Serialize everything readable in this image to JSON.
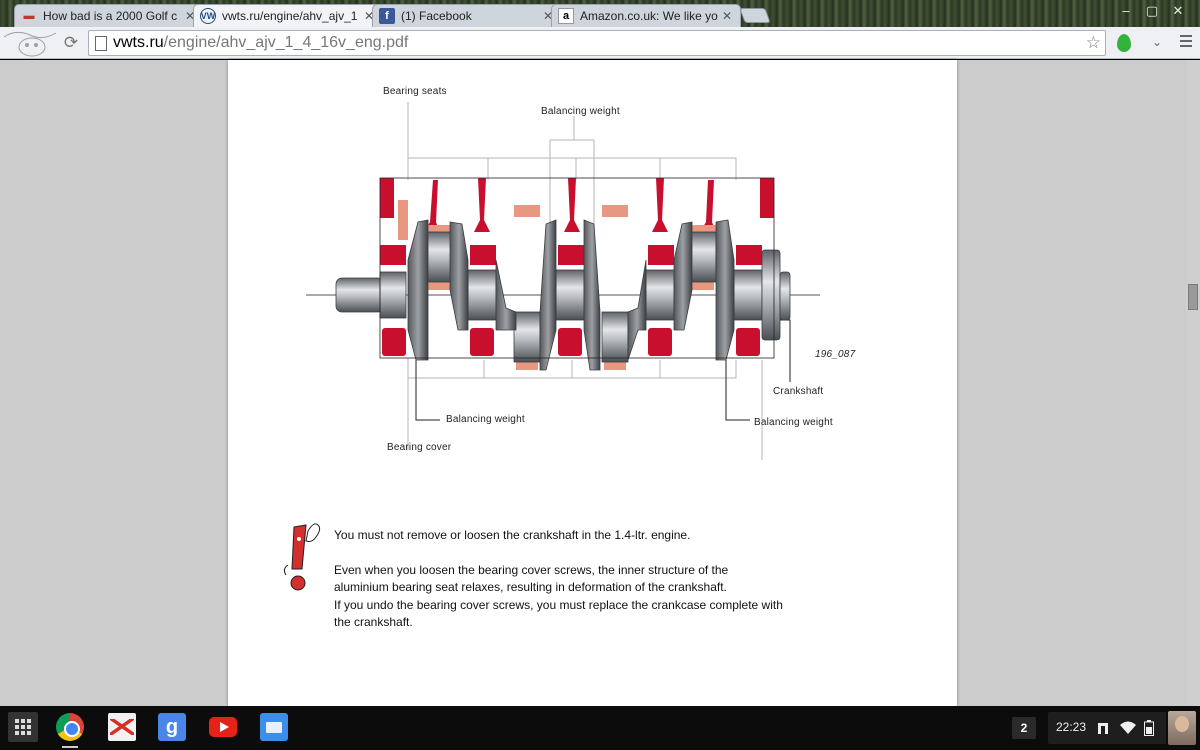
{
  "tabs": [
    {
      "title": "How bad is a 2000 Golf c",
      "favicon": "folder-icon",
      "active": false
    },
    {
      "title": "vwts.ru/engine/ahv_ajv_1",
      "favicon": "vw-icon",
      "active": true
    },
    {
      "title": "(1) Facebook",
      "favicon": "facebook-icon",
      "active": false
    },
    {
      "title": "Amazon.co.uk: We like yo",
      "favicon": "amazon-icon",
      "active": false
    }
  ],
  "omnibox": {
    "host": "vwts.ru",
    "path": "/engine/ahv_ajv_1_4_16v_eng.pdf"
  },
  "diagram": {
    "labels": {
      "bearing_seats": "Bearing  seats",
      "balancing_weight_top": "Balancing weight",
      "balancing_weight_left": "Balancing weight",
      "balancing_weight_right": "Balancing weight",
      "bearing_cover": "Bearing  cover",
      "crankshaft": "Crankshaft",
      "figure_ref": "196_087"
    }
  },
  "note": {
    "line1": "You must not remove or loosen the crankshaft in the 1.4-ltr. engine.",
    "line2": "Even when you loosen the bearing cover screws, the inner structure of the",
    "line3": "aluminium bearing seat relaxes, resulting in deformation of the crankshaft.",
    "line4": "If you undo the bearing cover screws, you must replace the crankcase complete with",
    "line5": "the crankshaft."
  },
  "shelf": {
    "apps": [
      "chrome-icon",
      "gmail-icon",
      "google-icon",
      "youtube-icon",
      "files-icon"
    ],
    "notification_count": "2",
    "clock": "22:23"
  },
  "colors": {
    "bearing_red": "#c8102e",
    "bushing_salmon": "#e89880",
    "crank_gray": "#8a8d91"
  }
}
